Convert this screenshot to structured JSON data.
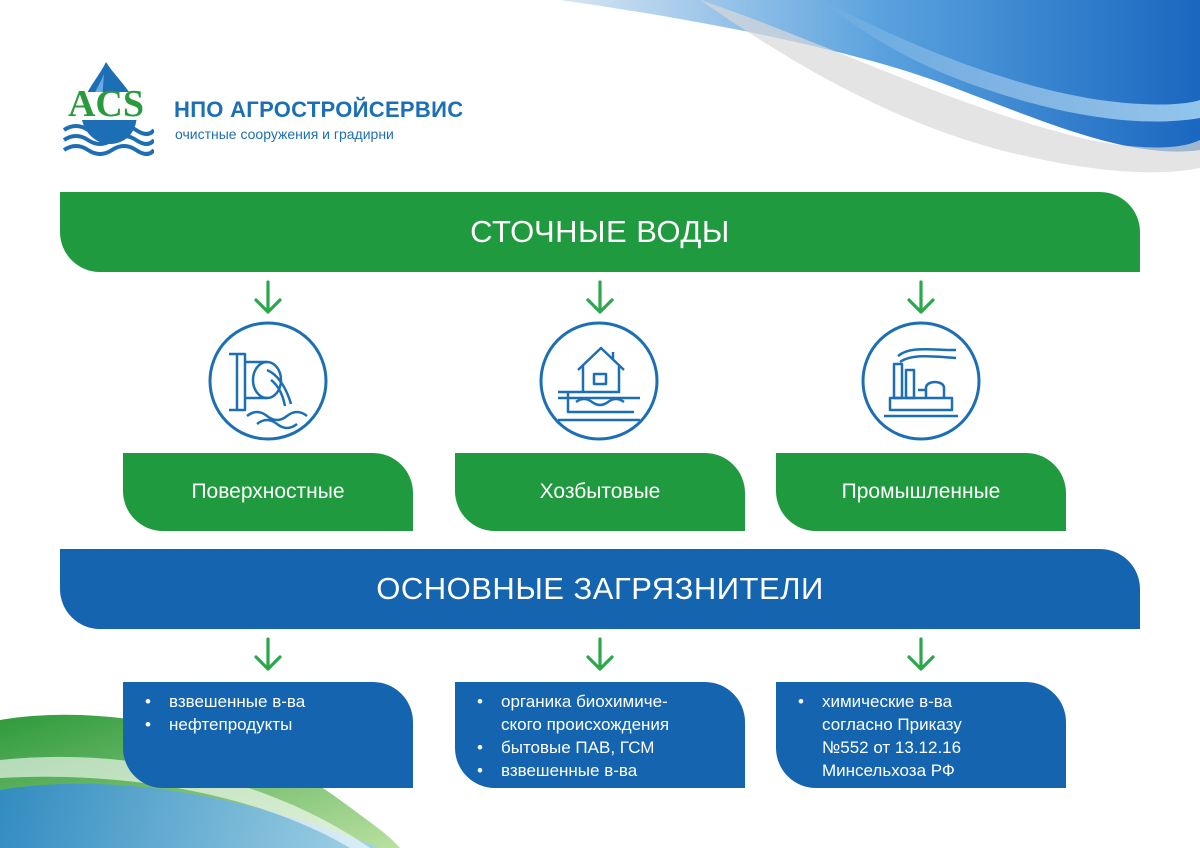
{
  "header": {
    "logo_text": "ACS",
    "company": "НПО АГРОСТРОЙСЕРВИС",
    "tagline": "очистные сооружения и градирни"
  },
  "wastewater": {
    "title": "СТОЧНЫЕ ВОДЫ",
    "categories": [
      {
        "label": "Поверхностные",
        "icon": "wastewater-outfall-icon"
      },
      {
        "label": "Хозбытовые",
        "icon": "house-sewage-icon"
      },
      {
        "label": "Промышленные",
        "icon": "factory-icon"
      }
    ]
  },
  "pollutants": {
    "title": "ОСНОВНЫЕ ЗАГРЯЗНИТЕЛИ",
    "groups": [
      {
        "items": [
          "взвешенные в-ва",
          "нефтепродукты"
        ]
      },
      {
        "items": [
          "органика биохимиче-",
          "ского происхождения",
          "бытовые ПАВ, ГСМ",
          "взвешенные в-ва"
        ]
      },
      {
        "items": [
          "химические в-ва",
          "согласно Приказу",
          "№552 от 13.12.16",
          "Минсельхоза РФ"
        ]
      }
    ]
  },
  "colors": {
    "green": "#1f9a3e",
    "blue": "#1564b0",
    "arrow": "#2aa84a"
  }
}
